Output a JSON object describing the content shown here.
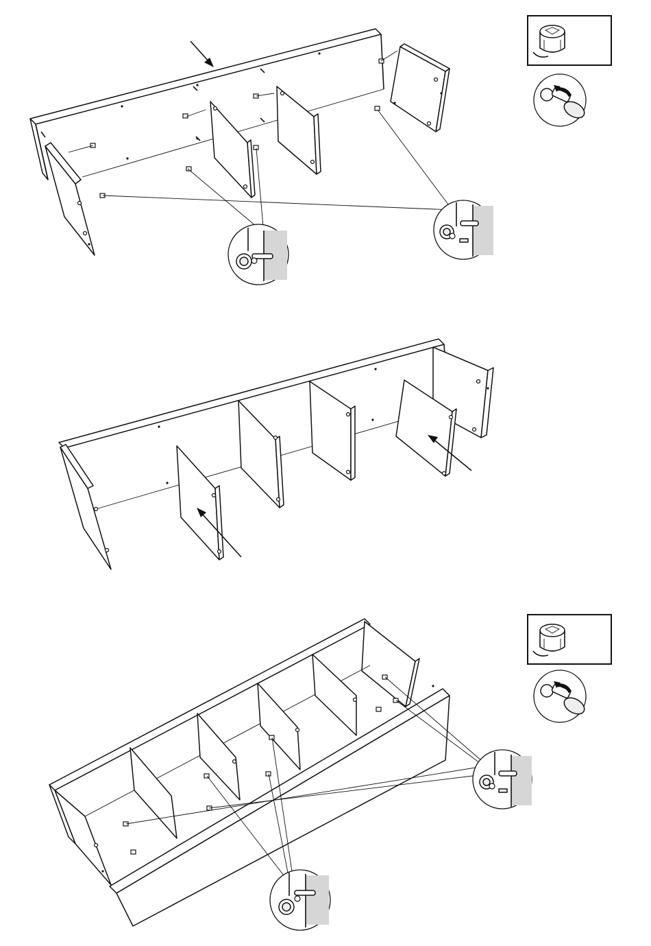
{
  "page": {
    "background": "#ffffff",
    "line_color": "#111111"
  },
  "steps": [
    {
      "id": "step-1",
      "parts": [
        "top-panel",
        "left-side-panel",
        "right-side-panel",
        "divider-1",
        "divider-2"
      ],
      "fasteners": [
        "cam-lock",
        "cam-dowel"
      ],
      "callouts": [
        "cam-lock-detail",
        "cam-lock-tighten-detail"
      ]
    },
    {
      "id": "step-2",
      "parts": [
        "top-panel",
        "side-panels",
        "dividers"
      ],
      "arrows": 2
    },
    {
      "id": "step-3",
      "parts": [
        "assembled-frame",
        "bottom-panel"
      ],
      "fasteners": [
        "cam-lock",
        "cam-dowel"
      ],
      "callouts": [
        "cam-lock-detail",
        "cam-lock-tighten-detail"
      ]
    }
  ],
  "icons": {
    "cam_lock": "cam-lock-icon",
    "screwdriver": "screwdriver-turn-icon",
    "arrow": "insert-arrow-icon"
  }
}
